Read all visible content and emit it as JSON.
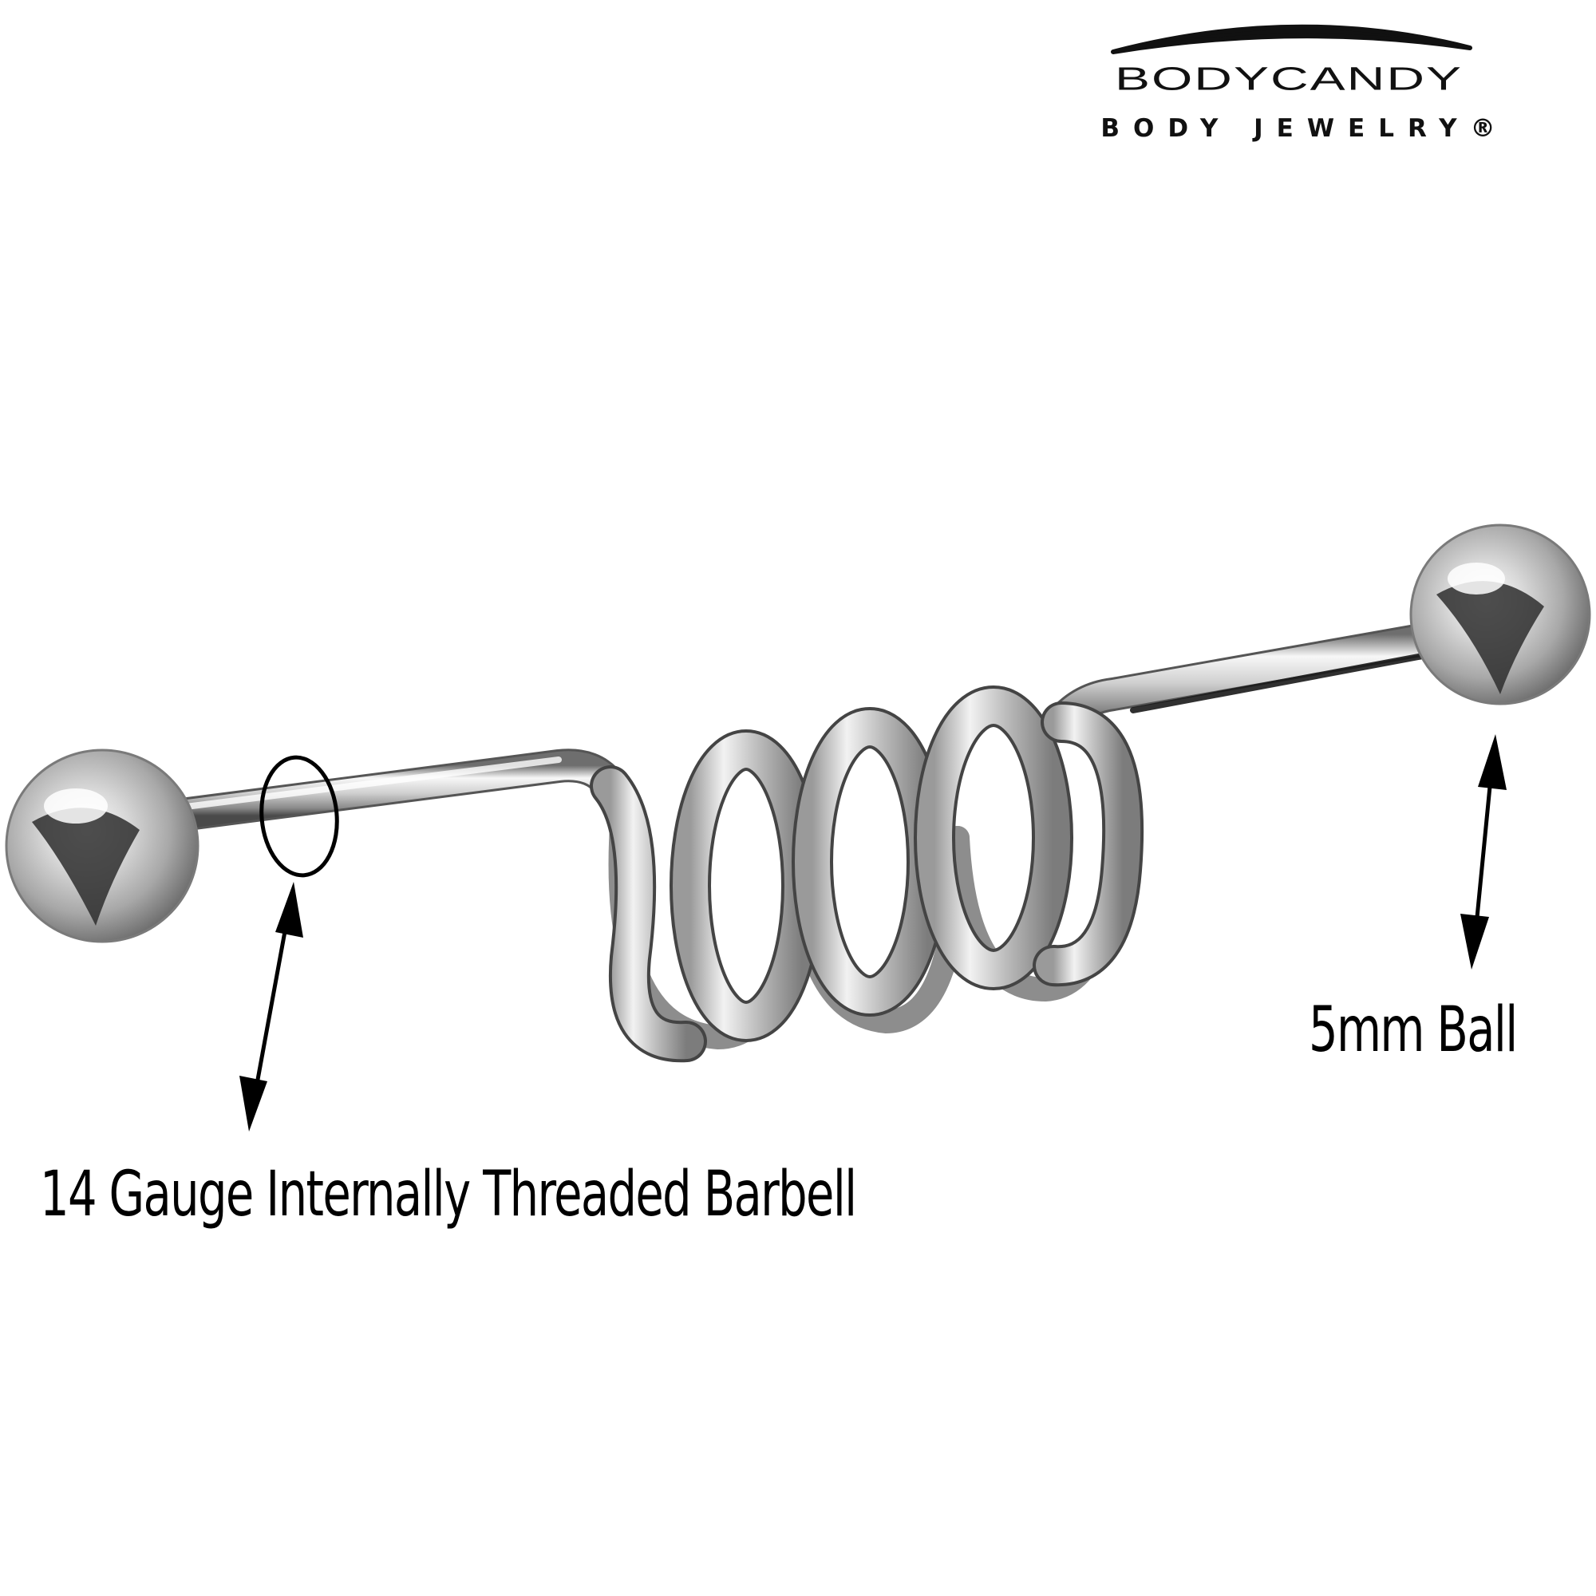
{
  "brand": {
    "wordmark": "BODYCANDY",
    "tagline": "BODY JEWELRY®"
  },
  "callouts": {
    "gauge": "14 Gauge Internally Threaded Barbell",
    "ball": "5mm Ball"
  },
  "colors": {
    "ink": "#000000",
    "metal_light": "#f4f4f4",
    "metal_mid": "#b9b9b9",
    "metal_dark": "#3a3a3a"
  },
  "icons": {
    "arrow": "double-headed-arrow-icon",
    "marker": "ring-marker-icon"
  }
}
